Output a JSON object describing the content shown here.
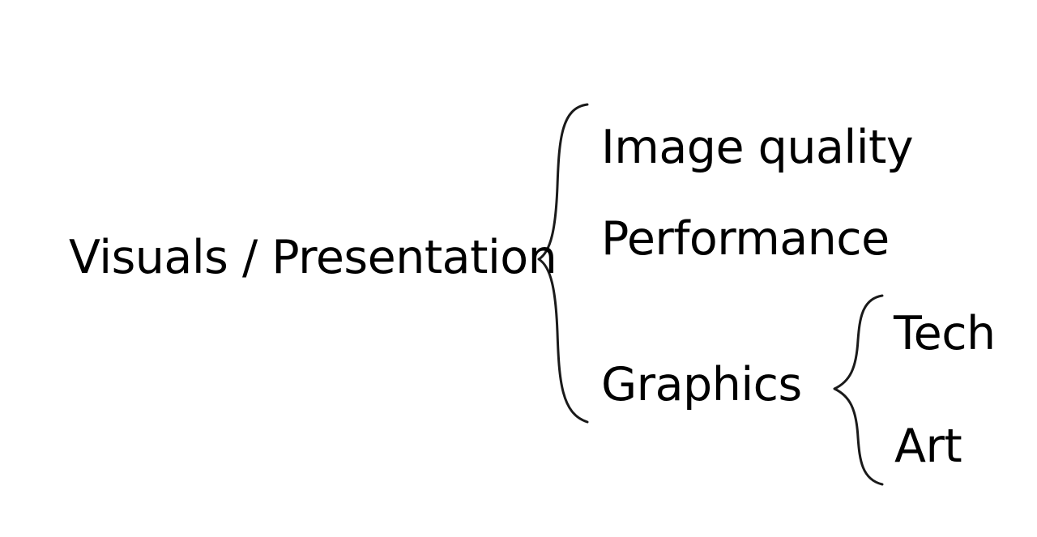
{
  "root": {
    "label": "Visuals / Presentation",
    "children": [
      {
        "label": "Image quality"
      },
      {
        "label": "Performance"
      },
      {
        "label": "Graphics",
        "children": [
          {
            "label": "Tech"
          },
          {
            "label": "Art"
          }
        ]
      }
    ]
  },
  "colors": {
    "text": "#000000",
    "line": "#1a1a1a",
    "background": "#ffffff"
  }
}
